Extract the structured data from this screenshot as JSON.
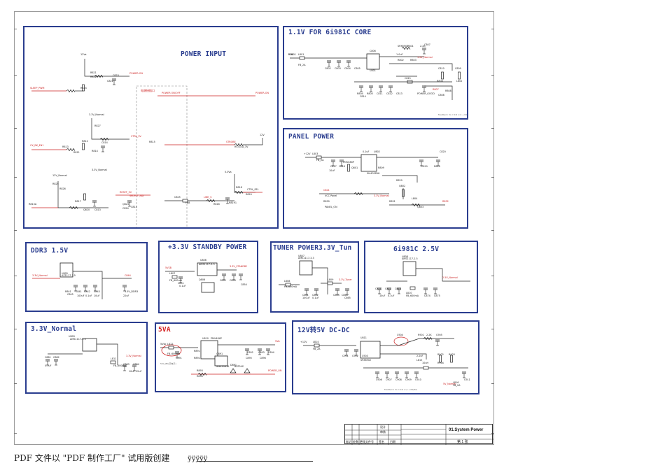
{
  "blocks": {
    "power_input": {
      "title": "POWER INPUT",
      "labels": [
        "12Va",
        "R821",
        "R822",
        "R824",
        "POWER-ON",
        "SLEEP_PWM",
        "C823",
        "C822",
        "POWER ON/OFF",
        "POWER-ON",
        "12V",
        "3.3V_Normal",
        "R827",
        "CTRL_3V",
        "CX_BK_EN1",
        "R813",
        "R811",
        "R812",
        "R814",
        "R815",
        "STROBE",
        "RSTLED_3V",
        "C814",
        "3.3V_Normal",
        "12V_Normal",
        "R825",
        "R826",
        "R817",
        "RESET_3V",
        "SELECT_ADJ",
        "Q823",
        "C824",
        "C825",
        "LINE_S",
        "R816",
        "R8191",
        "FB8",
        "5.0Va",
        "R818",
        "R820",
        "CTRL_SEL",
        "R813A",
        "Q820",
        "C815",
        "C813"
      ],
      "region_label": "电源接插口"
    },
    "core_11v": {
      "title": "1.1V FOR 6i981C CORE",
      "labels": [
        "P.IN",
        "L801",
        "FB_2A",
        "C802",
        "C803",
        "C804",
        "C805",
        "C806",
        "U801",
        "SPX8902",
        "R801",
        "2.2K",
        "C807",
        "1.0uF",
        "R802",
        "R803",
        "1.2V_Normal",
        "C809",
        "C810",
        "R804",
        "R805",
        "C811",
        "C812",
        "C813",
        "C814",
        "C815",
        "L802",
        "R806",
        "R807",
        "R808",
        "POWER_GOOD",
        "C808",
        "V0801"
      ],
      "note": "Feedback: Vo = 0.6 x (1 + R1/R2)"
    },
    "panel_power": {
      "title": "PANEL POWER",
      "labels": [
        "+12V",
        "L803",
        "FB_2A",
        "C817",
        "10uF",
        "C818",
        "0.1uF",
        "U802",
        "PMV48XP",
        "R809",
        "Q801",
        "SI4435DYA",
        "C819",
        "R810",
        "C820",
        "C821",
        "VCC Panel",
        "R829",
        "Q802",
        "3.3V_Normal",
        "R830",
        "PANEL_ON",
        "R831",
        "Q803",
        "R832",
        "L804"
      ]
    },
    "ddr3": {
      "title": "DDR3 1.5V",
      "labels": [
        "3.3V_Normal",
        "U805",
        "AZ1117-1.5",
        "R841",
        "C841",
        "C842",
        "C843",
        "C844",
        "1.5V_DDR3",
        "C845",
        "100uF",
        "0.1uF",
        "10uF",
        "22uF"
      ]
    },
    "standby": {
      "title": "+3.3V STANDBY POWER",
      "labels": [
        "5VSB",
        "L807",
        "FB_600mA",
        "C851",
        "0.1uF",
        "U806",
        "AMS1117-3.3",
        "Q806",
        "C852",
        "C853",
        "3.3V_STANDBY",
        "C854"
      ]
    },
    "tuner": {
      "title": "TUNER POWER3.3V_Tun",
      "labels": [
        "U807",
        "AMS1117-3.3",
        "L808",
        "FB_600mA",
        "C861",
        "C862",
        "C863",
        "C864",
        "3.3V_Tuner",
        "L809",
        "C865",
        "100uF",
        "0.1uF"
      ]
    },
    "soc_25v": {
      "title": "6i981C 2.5V",
      "labels": [
        "U808",
        "AMS1117-2.5",
        "C871",
        "C872",
        "C873",
        "L810",
        "FB_600mA",
        "2.5V_Normal",
        "C874",
        "C875",
        "10uF",
        "0.1uF"
      ]
    },
    "normal_33v": {
      "title": "3.3V_Normal",
      "labels": [
        "U809",
        "AMS1117-3.3",
        "C881",
        "C882",
        "L811",
        "FB_600mA",
        "3.3V_Normal",
        "C883",
        "C884",
        "0.1uF",
        "10uF",
        "22uF"
      ]
    },
    "va5": {
      "title": "5VA",
      "labels": [
        "5Vsb",
        "L812",
        "FB_600mA",
        "C891",
        "U810",
        "PMV48XP",
        "R891",
        "Q891",
        "SI4435DYA",
        "R892",
        "C892",
        "C893",
        "C894",
        "D891",
        "BAT54S",
        "5VA",
        "R893",
        "R894",
        "POWER_ON",
        "C895",
        "C896"
      ],
      "note": "5VA_BK(高电平)"
    },
    "dcdc": {
      "title": "12V转5V DC-DC",
      "labels": [
        "+12V",
        "L814",
        "FB_2A",
        "C901",
        "C902",
        "C903",
        "U811",
        "SPX8902",
        "C904",
        "R901",
        "2.2K",
        "C905",
        "2.2uF",
        "L815",
        "10uH",
        "C906",
        "C907",
        "C908",
        "C909",
        "C910",
        "R902",
        "R903",
        "R904",
        "5V_Normal",
        "L816",
        "FB_2A",
        "C911"
      ],
      "note": "Feedback: Vo = 0.6 x (1 + R1/R2)"
    }
  },
  "title_block": {
    "title": "01.System Power",
    "sheet": "第 1 张",
    "row_labels": [
      "设计",
      "审核",
      "标记",
      "处数",
      "更改文件号",
      "签名",
      "日期"
    ]
  },
  "footer": {
    "text": "PDF 文件以 \"PDF 制作工厂\" 试用版创建",
    "link": "ÿÿÿÿÿ"
  },
  "colors": {
    "block_border": "#2a3d8f",
    "title_blue": "#2a3d8f",
    "title_red": "#d42020",
    "net_red": "#cc2222",
    "wire": "#222222"
  }
}
